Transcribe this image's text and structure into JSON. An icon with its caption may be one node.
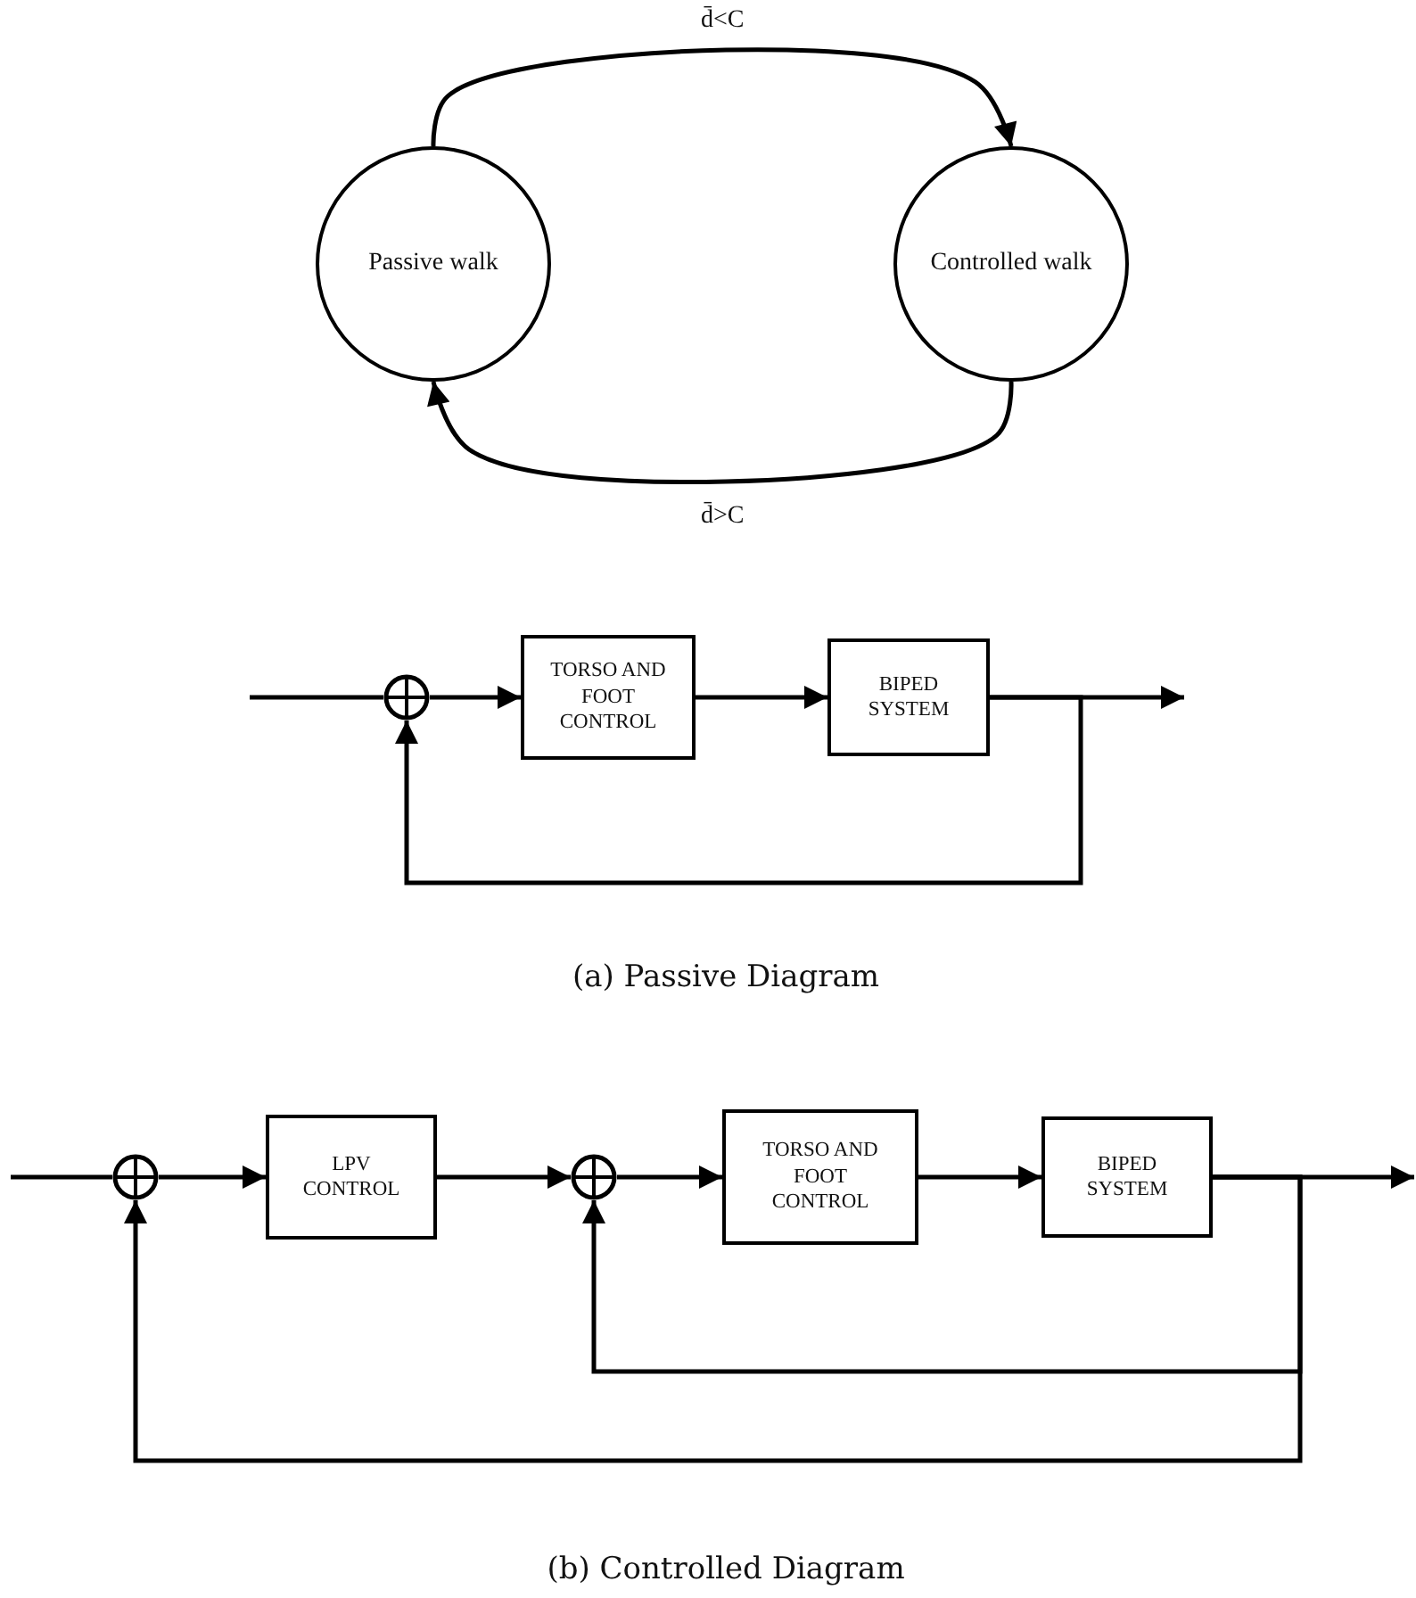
{
  "diagram": {
    "nodes": [
      {
        "text": [
          "Passive walk"
        ]
      },
      {
        "text": [
          "Controlled walk"
        ]
      },
      {
        "text": [],
        "shape": "circle"
      },
      {
        "text": [
          "TORSO AND FOOT CONTROL"
        ]
      },
      {
        "text": [
          "BIPED SYSTEM"
        ]
      },
      {
        "text": [],
        "shape": "circle"
      },
      {
        "text": [
          "LPV CONTROL"
        ]
      },
      {
        "text": [],
        "shape": "circle"
      },
      {
        "text": [
          "TORSO AND FOOT CONTROL"
        ]
      },
      {
        "text": [
          "BIPED SYSTEM"
        ]
      }
    ],
    "edges": [
      {
        "from": 0,
        "to": 1,
        "arrow": "to",
        "label": "d̄<C"
      },
      {
        "from": 1,
        "to": 0,
        "arrow": "to",
        "label": "d̄>C"
      },
      {
        "from": null,
        "to": 2,
        "arrow": "none"
      },
      {
        "from": 2,
        "to": 3,
        "arrow": "to"
      },
      {
        "from": 3,
        "to": 4,
        "arrow": "to"
      },
      {
        "from": 4,
        "to": null,
        "arrow": "to"
      },
      {
        "from": 4,
        "to": 2,
        "arrow": "to"
      },
      {
        "from": null,
        "to": 5,
        "arrow": "none"
      },
      {
        "from": 5,
        "to": 6,
        "arrow": "to"
      },
      {
        "from": 6,
        "to": 7,
        "arrow": "to"
      },
      {
        "from": 7,
        "to": 8,
        "arrow": "to"
      },
      {
        "from": 8,
        "to": 9,
        "arrow": "to"
      },
      {
        "from": 9,
        "to": null,
        "arrow": "to"
      },
      {
        "from": 9,
        "to": 7,
        "arrow": "to"
      },
      {
        "from": 9,
        "to": 5,
        "arrow": "to"
      }
    ],
    "labels": [
      "(a) Passive Diagram",
      "(b) Controlled Diagram"
    ]
  }
}
